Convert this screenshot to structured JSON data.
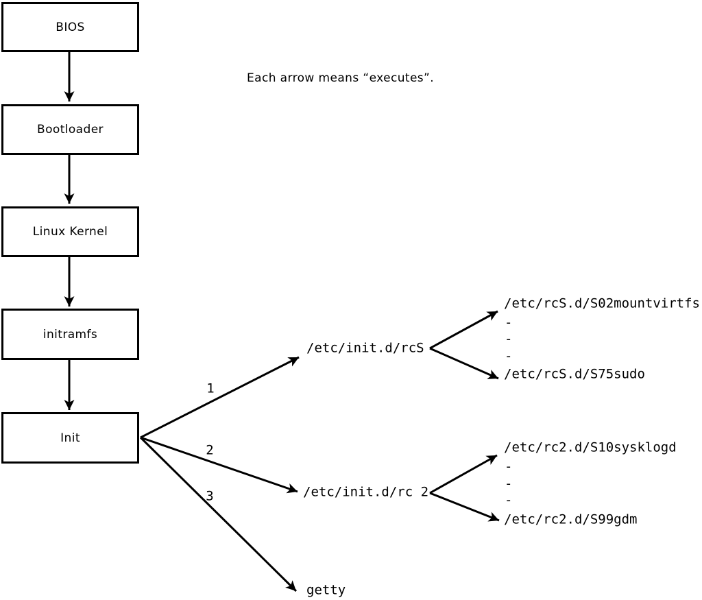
{
  "caption": "Each arrow means “executes”.",
  "chain": [
    {
      "label": "BIOS"
    },
    {
      "label": "Bootloader"
    },
    {
      "label": "Linux Kernel"
    },
    {
      "label": "initramfs"
    },
    {
      "label": "Init"
    }
  ],
  "fan": {
    "edge_labels": {
      "first": "1",
      "second": "2",
      "third": "3"
    },
    "targets": {
      "rcS": "/etc/init.d/rcS",
      "rc2": "/etc/init.d/rc 2",
      "getty": "getty"
    }
  },
  "rcS_children": [
    "/etc/rcS.d/S02mountvirtfs",
    "-",
    "-",
    "-",
    "/etc/rcS.d/S75sudo"
  ],
  "rc2_children": [
    "/etc/rc2.d/S10sysklogd",
    "-",
    "-",
    "-",
    "/etc/rc2.d/S99gdm"
  ],
  "colors": {
    "line": "#000000",
    "background": "#ffffff"
  }
}
